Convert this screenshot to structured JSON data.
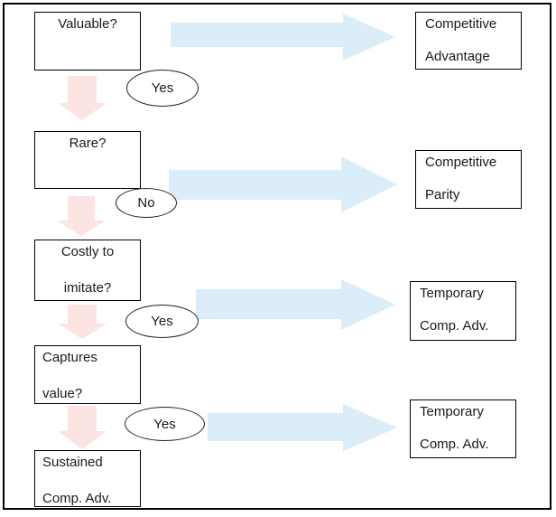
{
  "colors": {
    "arrow_blue": "#dbedf8",
    "arrow_pink": "#fce4e3",
    "shape_border": "#000000",
    "background": "#ffffff"
  },
  "left_boxes": [
    {
      "lines": [
        "Valuable?"
      ]
    },
    {
      "lines": [
        "Rare?"
      ]
    },
    {
      "lines": [
        "Costly to",
        "imitate?"
      ]
    },
    {
      "lines": [
        "Captures",
        "value?"
      ]
    },
    {
      "lines": [
        "Sustained",
        "Comp. Adv."
      ]
    }
  ],
  "right_boxes": [
    {
      "lines": [
        "Competitive",
        "Advantage"
      ]
    },
    {
      "lines": [
        "Competitive",
        "Parity"
      ]
    },
    {
      "lines": [
        "Temporary",
        "Comp. Adv."
      ]
    },
    {
      "lines": [
        "Temporary",
        "Comp. Adv."
      ]
    }
  ],
  "ellipses": [
    {
      "label": "Yes"
    },
    {
      "label": "No"
    },
    {
      "label": "Yes"
    },
    {
      "label": "Yes"
    }
  ]
}
